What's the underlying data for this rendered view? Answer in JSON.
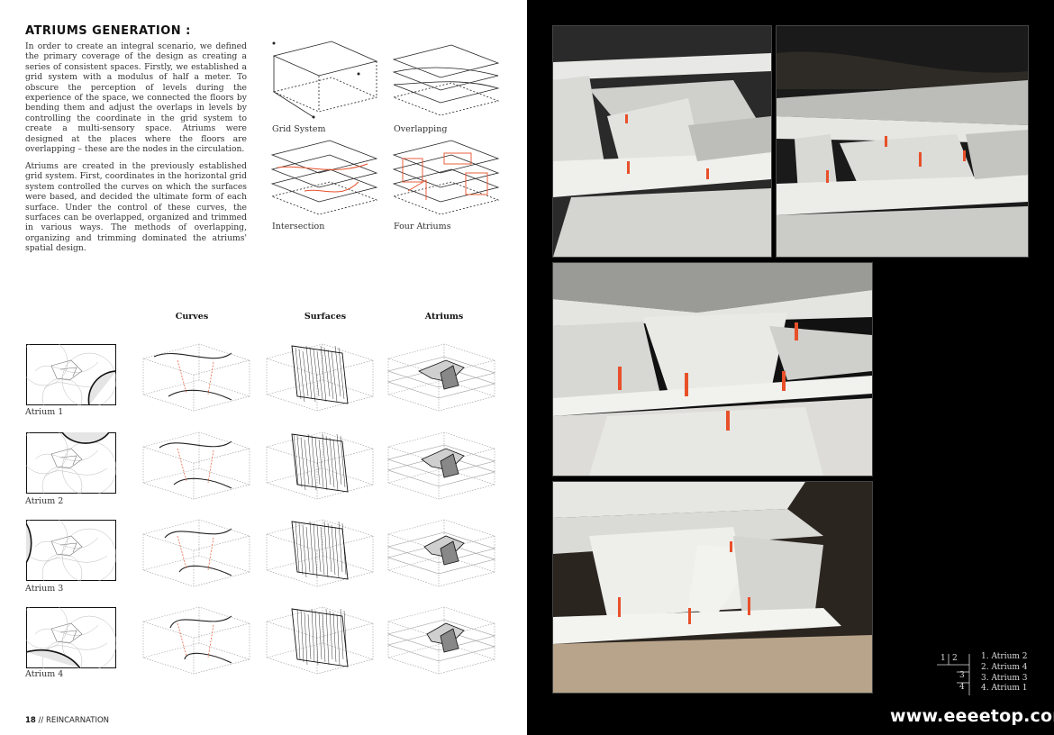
{
  "title": "ATRIUMS GENERATION :",
  "paragraphs": [
    "In order to create an integral scenario, we defined the primary coverage of the design as creating a series of consistent spaces. Firstly, we established a grid system with a modulus of half a meter. To obscure the perception of levels during the experience of the space, we connected the floors by bending them and adjust the overlaps in levels by controlling the coordinate in the grid system to create a multi-sensory space. Atriums were designed at the places where the floors are overlapping – these are the nodes in the circulation.",
    "Atriums are created in the previously established grid system. First, coordinates in the horizontal grid system controlled the curves on which the surfaces were based, and decided the ultimate form of each surface. Under the control of these curves, the surfaces can be overlapped, organized and trimmed in various ways. The methods of overlapping, organizing and trimming dominated the atriums' spatial design."
  ],
  "diagram_captions": [
    "Grid System",
    "Overlapping",
    "Intersection",
    "Four Atriums"
  ],
  "column_headers": [
    "Curves",
    "Surfaces",
    "Atriums"
  ],
  "atrium_labels": [
    "Atrium 1",
    "Atrium 2",
    "Atrium 3",
    "Atrium 4"
  ],
  "footer": {
    "page_number": "18",
    "separator": " // ",
    "section": "REINCARNATION"
  },
  "legend": {
    "key": [
      "1",
      "2",
      "3",
      "4"
    ],
    "items": [
      "1. Atrium 2",
      "2. Atrium 4",
      "3. Atrium 3",
      "4. Atrium 1"
    ]
  },
  "watermark": "www.eeeetop.com",
  "colors": {
    "accent": "#e8502a",
    "photo_bg": "#000000",
    "page_bg": "#ffffff"
  }
}
